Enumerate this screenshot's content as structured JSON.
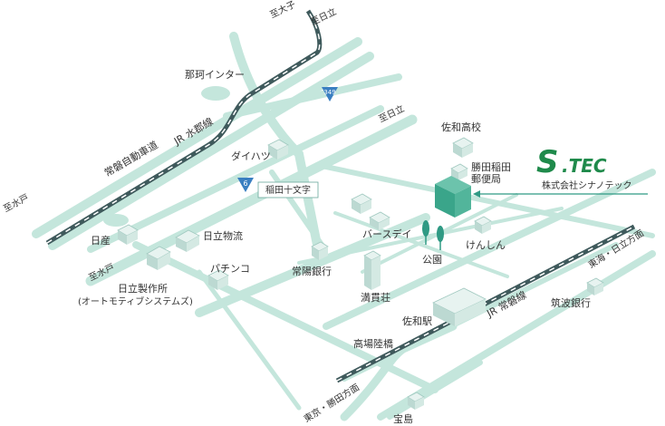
{
  "colors": {
    "road": "#c4e6dc",
    "road_dark": "#a9d8cb",
    "rail": "#3f5a5c",
    "building_top": "#e7f3f0",
    "building_side": "#bcd9d2",
    "tree": "#2f9a84",
    "target": "#3aa58a",
    "arrow": "#2f9a84",
    "route_sign": "#3a7fc1",
    "logo": "#1f8a4b"
  },
  "labels": {
    "to_otago": "至大子",
    "to_hitachi_top": "至日立",
    "naka_ic": "那珂インター",
    "route_349": "349",
    "to_hitachi_mid": "至日立",
    "jr_suigun": "JR 水郡線",
    "joban_expressway": "常磐自動車道",
    "to_mito_left": "至水戸",
    "daihatsu": "ダイハツ",
    "route_6": "6",
    "inada_crossing": "稲田十文字",
    "sawa_high_school": "佐和高校",
    "katsuta_inada_post_1": "勝田稲田",
    "katsuta_inada_post_2": "郵便局",
    "nissan": "日産",
    "hitachi_logistics": "日立物流",
    "birthday": "バースデイ",
    "kenshin": "けんしん",
    "park": "公園",
    "to_mito_mid": "至水戸",
    "pachinko": "パチンコ",
    "joyo_bank": "常陽銀行",
    "hitachi_mfg_1": "日立製作所",
    "hitachi_mfg_2": "(オートモティブシステムズ)",
    "mitsukisou": "満貫荘",
    "sawa_station": "佐和駅",
    "jr_joban": "JR 常磐線",
    "to_tokai_hitachi": "東海・日立方面",
    "tsukuba_bank": "筑波銀行",
    "takaba_overpass": "高場陸橋",
    "to_tokyo_katsuta": "東京・勝田方面",
    "takarajima": "宝島",
    "company_name": "株式会社シナノテック"
  },
  "logo": {
    "s_letter": "S",
    "rest": ".TEC"
  }
}
